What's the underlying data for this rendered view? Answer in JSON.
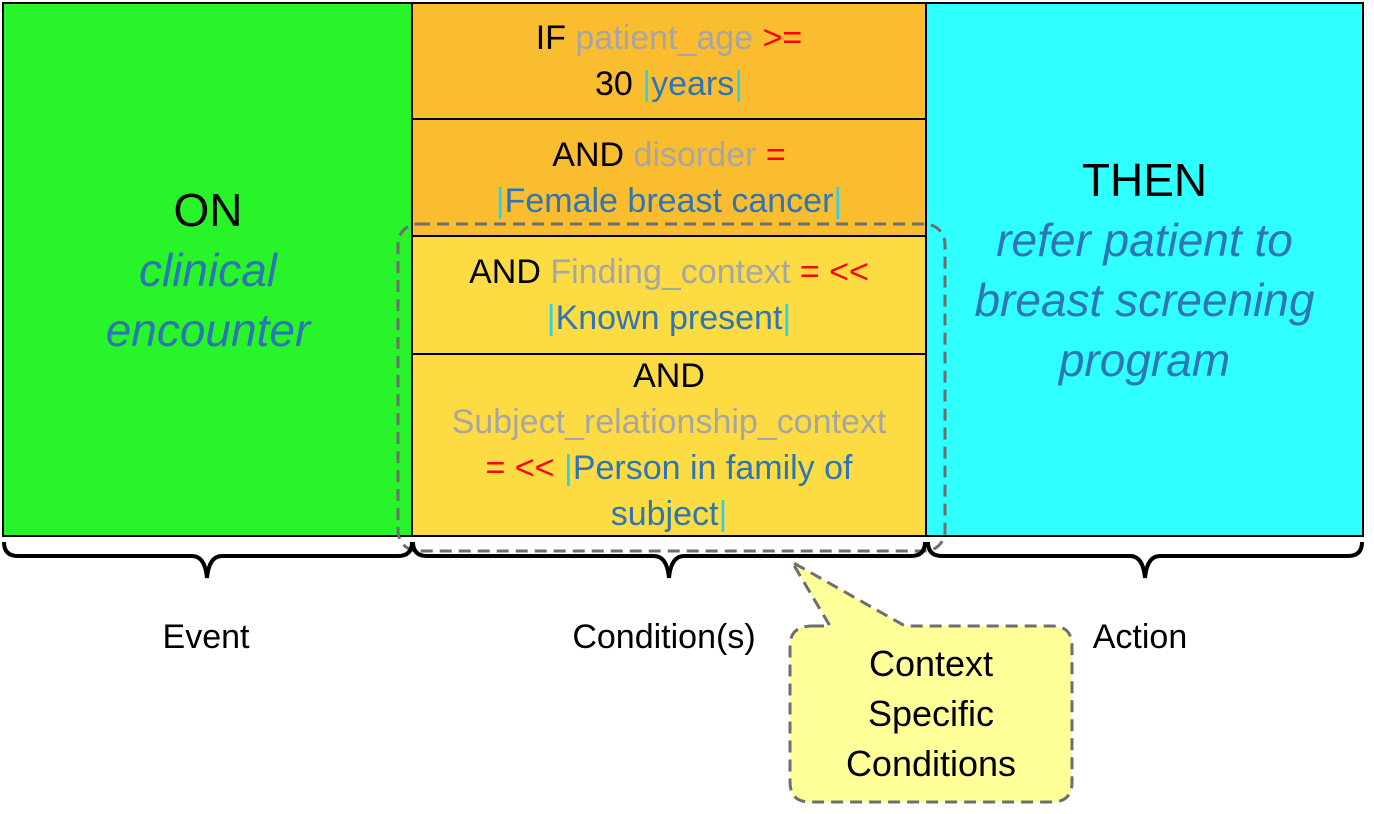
{
  "event": {
    "keyword": "ON",
    "line1": "clinical",
    "line2": "encounter",
    "label": "Event"
  },
  "conditions": {
    "label": "Condition(s)",
    "c1": {
      "kw": "IF",
      "attr": "patient_age",
      "op": ">=",
      "num": "30",
      "pipe_l": "|",
      "val": "years",
      "pipe_r": "|"
    },
    "c2": {
      "kw": "AND",
      "attr": "disorder",
      "op": "=",
      "pipe_l": "|",
      "val": "Female breast cancer",
      "pipe_r": "|"
    },
    "c3": {
      "kw": "AND",
      "attr": "Finding_context",
      "op": "= <<",
      "pipe_l": "|",
      "val": "Known present",
      "pipe_r": "|"
    },
    "c4": {
      "kw": "AND",
      "attr": "Subject_relationship_context",
      "op": "= <<",
      "pipe_l": "|",
      "val1": "Person in family of",
      "val2": "subject",
      "pipe_r": "|"
    }
  },
  "action": {
    "keyword": "THEN",
    "line1": "refer patient to",
    "line2": "breast screening",
    "line3": "program",
    "label": "Action"
  },
  "callout": {
    "line1": "Context",
    "line2": "Specific",
    "line3": "Conditions"
  },
  "colors": {
    "event_fill": "#27f52a",
    "condition_fill_top": "#fbbd30",
    "condition_fill_bottom": "#fddb42",
    "action_fill": "#2ffffe",
    "callout_fill": "#ffff99",
    "attribute_text": "#a6a6a6",
    "operator_text": "#ff0000",
    "value_text": "#2e75b6",
    "pipe": "#30d0e8"
  }
}
